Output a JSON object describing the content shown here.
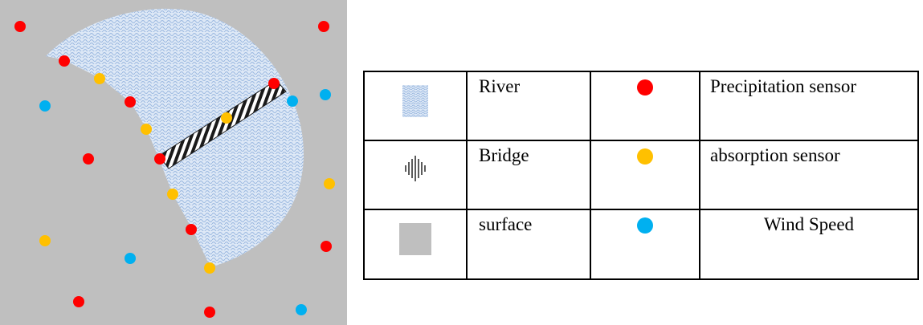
{
  "colors": {
    "surface": "#bfbfbf",
    "river": "#dde8f6",
    "river_pattern": "#9ab8e0",
    "precipitation": "#ff0000",
    "absorption": "#ffc000",
    "wind": "#00b0f0"
  },
  "legend": {
    "rows": [
      {
        "icon": "river-swatch-icon",
        "label": "River",
        "sensor_icon": "red-dot-icon",
        "sensor_label": "Precipitation sensor"
      },
      {
        "icon": "bridge-swatch-icon",
        "label": "Bridge",
        "sensor_icon": "yellow-dot-icon",
        "sensor_label": "absorption sensor"
      },
      {
        "icon": "surface-swatch-icon",
        "label": "surface",
        "sensor_icon": "blue-dot-icon",
        "sensor_label": "Wind Speed"
      }
    ]
  }
}
